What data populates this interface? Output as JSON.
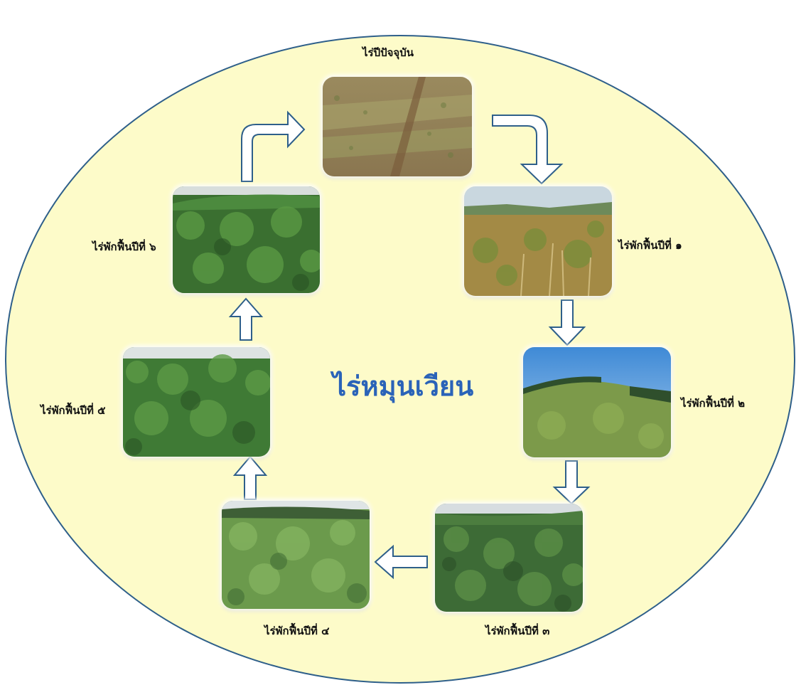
{
  "title": "ไร่หมุนเวียน",
  "stages": [
    {
      "id": "current",
      "label": "ไร่ปีปัจจุบัน",
      "photo": "recently-cleared-field"
    },
    {
      "id": "fallow-1",
      "label": "ไร่พักฟื้นปีที่ ๑",
      "photo": "dry-grass-and-shrubs"
    },
    {
      "id": "fallow-2",
      "label": "ไร่พักฟื้นปีที่ ๒",
      "photo": "grassy-hillside"
    },
    {
      "id": "fallow-3",
      "label": "ไร่พักฟื้นปีที่ ๓",
      "photo": "young-forest-valley"
    },
    {
      "id": "fallow-4",
      "label": "ไร่พักฟื้นปีที่ ๔",
      "photo": "regrowing-forest-slope"
    },
    {
      "id": "fallow-5",
      "label": "ไร่พักฟื้นปีที่ ๕",
      "photo": "dense-forest"
    },
    {
      "id": "fallow-6",
      "label": "ไร่พักฟื้นปีที่ ๖",
      "photo": "mature-forest"
    }
  ],
  "colors": {
    "background_oval": "#fdfbc9",
    "oval_border": "#2e5f8a",
    "title_text": "#2a63b8",
    "arrow_stroke": "#2e5f8a",
    "arrow_fill": "#ffffff"
  }
}
